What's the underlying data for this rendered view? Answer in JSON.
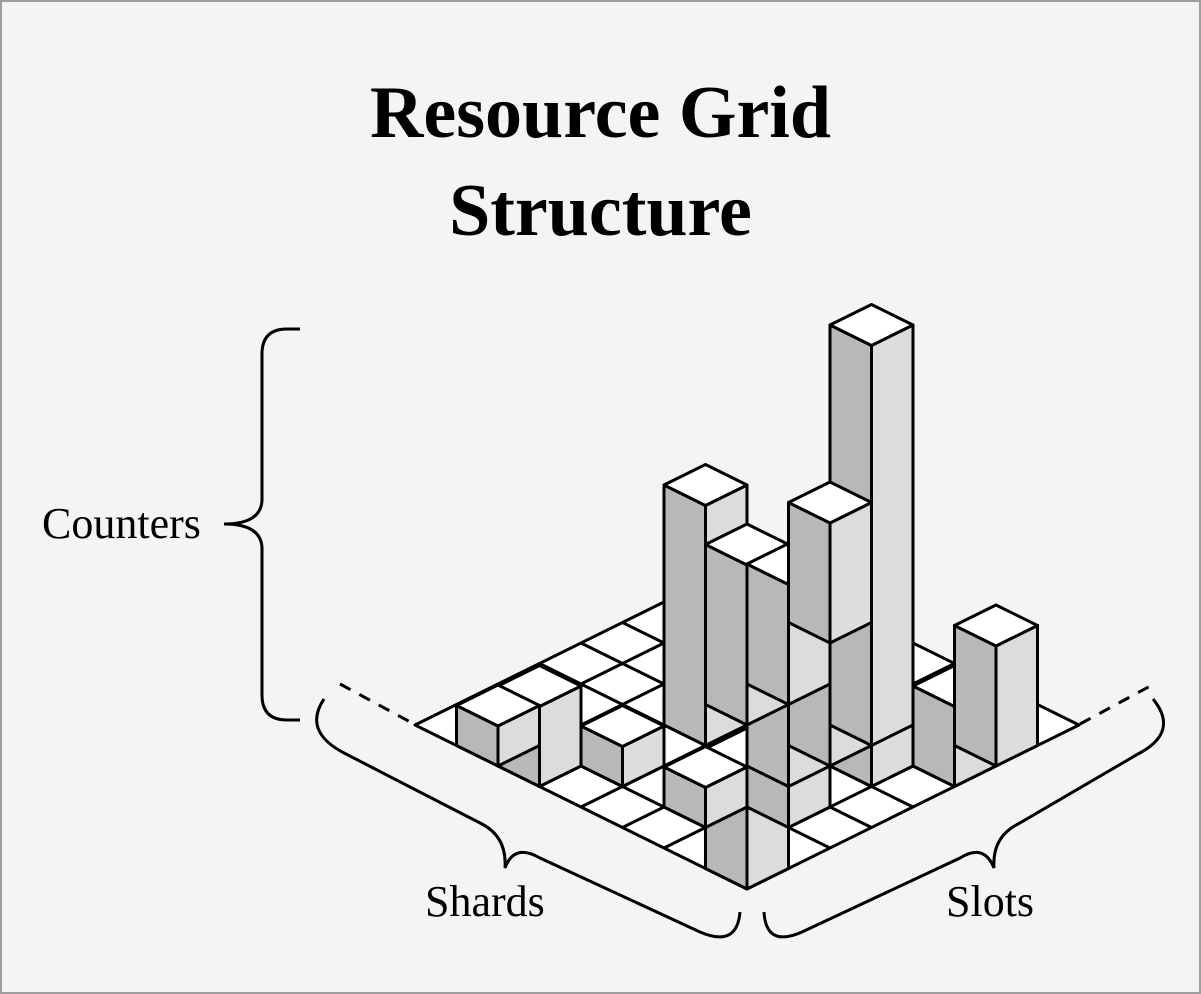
{
  "title": {
    "line1": "Resource Grid",
    "line2": "Structure"
  },
  "labels": {
    "vertical": "Counters",
    "left_axis": "Shards",
    "right_axis": "Slots"
  },
  "grid": {
    "shards": 8,
    "slots": 8
  },
  "colors": {
    "background": "#f4f4f4",
    "border": "#9e9e9e",
    "stroke": "#000000",
    "top_face": "#ffffff",
    "left_face": "#b8b8b8",
    "right_face": "#dcdcdc",
    "floor": "#ffffff"
  },
  "columns": [
    {
      "shard": 1,
      "slot": 1,
      "height": 3
    },
    {
      "shard": 5,
      "slot": 4,
      "height": 6
    },
    {
      "shard": 3,
      "slot": 2,
      "height": 1
    },
    {
      "shard": 2,
      "slot": 5,
      "height": 7
    },
    {
      "shard": 3,
      "slot": 4,
      "height": 3
    },
    {
      "shard": 1,
      "slot": 6,
      "height": 2
    },
    {
      "shard": 1,
      "slot": 7,
      "height": 3
    },
    {
      "shard": 6,
      "slot": 1,
      "height": 2
    },
    {
      "shard": 7,
      "slot": 1,
      "height": 1
    },
    {
      "shard": 5,
      "slot": 2,
      "height": 1
    },
    {
      "shard": 3,
      "slot": 6,
      "height": 10
    },
    {
      "shard": 3,
      "slot": 5,
      "height": 5
    },
    {
      "shard": 5,
      "slot": 6,
      "height": 3
    },
    {
      "shard": 2,
      "slot": 3,
      "height": 3
    },
    {
      "shard": 5,
      "slot": 5,
      "height": 4
    },
    {
      "shard": 6,
      "slot": 8,
      "height": 3
    }
  ]
}
